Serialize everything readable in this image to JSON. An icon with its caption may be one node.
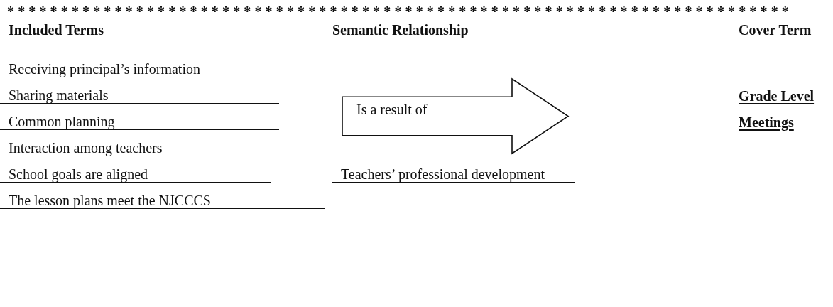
{
  "diagram": {
    "nodes": [
      {
        "text": [
          "Is a result of"
        ]
      },
      {
        "text": [
          "Grade Level Meetings"
        ]
      }
    ],
    "labels": [
      "*************************************************************************",
      "Included Terms",
      "Semantic Relationship",
      "Cover Term",
      "Receiving principal’s information",
      "Sharing materials",
      "Common planning",
      "Interaction among teachers",
      "School goals are aligned",
      "Teachers’ professional development",
      "The lesson plans meet the NJCCCS"
    ]
  }
}
